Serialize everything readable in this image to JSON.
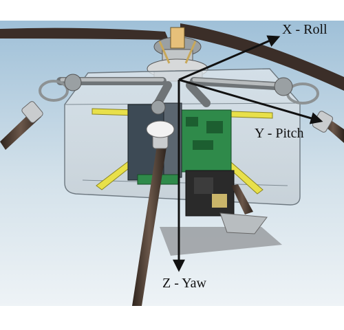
{
  "axes": {
    "x_label": "X - Roll",
    "y_label": "Y - Pitch",
    "z_label": "Z - Yaw"
  },
  "colors": {
    "sky_top": "#aecbdf",
    "sky_bottom": "#eef3f6",
    "enclosure": "#c9d3da",
    "enclosure_edge": "#6d7880",
    "pcb": "#2f8a4a",
    "struts": "#e8e04a",
    "legs": "#4a3b30",
    "blades": "#3b2e28",
    "metal": "#b8bcbe",
    "axes": "#111111"
  },
  "icons": [
    "coordinate-axes-icon"
  ]
}
